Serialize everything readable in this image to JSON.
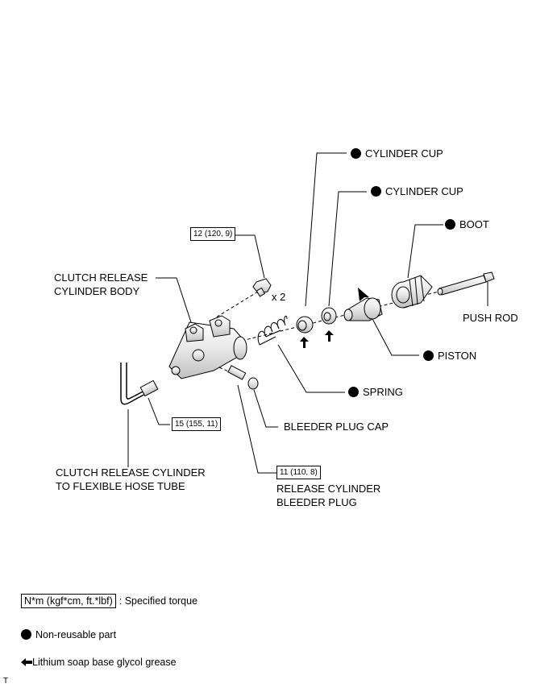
{
  "labels": {
    "cyl_cup_1": "CYLINDER CUP",
    "cyl_cup_2": "CYLINDER CUP",
    "boot": "BOOT",
    "crc_body_l1": "CLUTCH RELEASE",
    "crc_body_l2": "CYLINDER BODY",
    "x2": "x 2",
    "push_rod": "PUSH ROD",
    "piston": "PISTON",
    "spring": "SPRING",
    "bleeder_cap": "BLEEDER PLUG CAP",
    "hose_l1": "CLUTCH RELEASE CYLINDER",
    "hose_l2": "TO FLEXIBLE HOSE TUBE",
    "bleeder_l1": "RELEASE CYLINDER",
    "bleeder_l2": "BLEEDER PLUG"
  },
  "torques": {
    "bolt": "12 (120, 9)",
    "hose": "15 (155, 11)",
    "bleeder": "11 (110, 8)"
  },
  "legend": {
    "torque_box": "N*m (kgf*cm, ft.*lbf)",
    "torque_desc": ": Specified torque",
    "nonreusable": "Non-reusable part",
    "grease": "Lithium soap base glycol grease"
  },
  "footer_mark": "T"
}
